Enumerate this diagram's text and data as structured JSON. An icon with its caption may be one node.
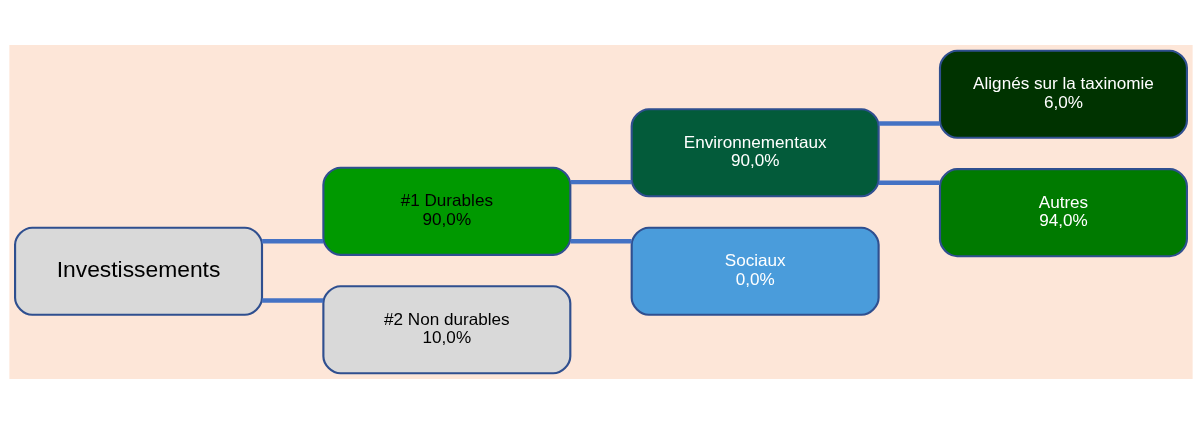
{
  "diagram": {
    "nodes": [
      {
        "text": [
          "Investissements"
        ]
      },
      {
        "text": [
          "#1 Durables",
          "90,0%"
        ]
      },
      {
        "text": [
          "#2 Non durables",
          "10,0%"
        ]
      },
      {
        "text": [
          "Environnementaux",
          "90,0%"
        ]
      },
      {
        "text": [
          "Sociaux",
          "0,0%"
        ]
      },
      {
        "text": [
          "Alignés sur la taxinomie",
          "6,0%"
        ]
      },
      {
        "text": [
          "Autres",
          "94,0%"
        ]
      }
    ],
    "edges": [
      {
        "from": 0,
        "to": 1,
        "arrow": "none"
      },
      {
        "from": 0,
        "to": 2,
        "arrow": "none"
      },
      {
        "from": 1,
        "to": 3,
        "arrow": "none"
      },
      {
        "from": 1,
        "to": 4,
        "arrow": "none"
      },
      {
        "from": 3,
        "to": 5,
        "arrow": "none"
      },
      {
        "from": 3,
        "to": 6,
        "arrow": "none"
      }
    ]
  }
}
